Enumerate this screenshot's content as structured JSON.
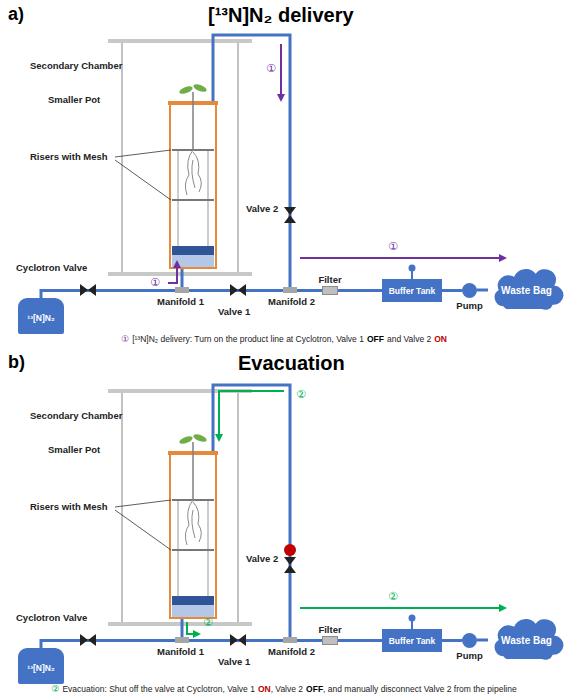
{
  "diagram": {
    "nodes": [
      {
        "text": [
          "¹³[N]N₂"
        ]
      },
      {
        "text": [
          "Filter"
        ]
      },
      {
        "text": [
          "Buffer Tank"
        ]
      },
      {
        "text": [
          "Pump"
        ]
      },
      {
        "text": [
          "Waste Bag"
        ]
      },
      {
        "text": [
          "¹³[N]N₂"
        ]
      },
      {
        "text": [
          "Filter"
        ]
      },
      {
        "text": [
          "Buffer Tank"
        ]
      },
      {
        "text": [
          "Pump"
        ]
      },
      {
        "text": [
          "Waste Bag"
        ]
      }
    ],
    "edges": [
      {
        "from": 0,
        "to": 1,
        "arrow": "none"
      },
      {
        "from": 1,
        "to": 2,
        "arrow": "none"
      },
      {
        "from": 2,
        "to": 3,
        "arrow": "none"
      },
      {
        "from": 3,
        "to": 4,
        "arrow": "none"
      },
      {
        "from": 5,
        "to": 6,
        "arrow": "none"
      },
      {
        "from": 6,
        "to": 7,
        "arrow": "none"
      },
      {
        "from": 7,
        "to": 8,
        "arrow": "none"
      },
      {
        "from": 8,
        "to": 9,
        "arrow": "none"
      }
    ],
    "labels": [
      "a)",
      "[¹³N]N₂ delivery",
      "Secondary Chamber",
      "Smaller Pot",
      "Risers with Mesh",
      "Cyclotron Valve",
      "Manifold 1",
      "Valve 1",
      "Manifold 2",
      "Valve 2",
      "①",
      "①",
      "①",
      "①",
      "[¹³N]N₂ delivery: Turn on the product line at Cyclotron, Valve 1",
      "OFF",
      "and Valve 2",
      "ON",
      "b)",
      "Evacuation",
      "Secondary Chamber",
      "Smaller Pot",
      "Risers with Mesh",
      "Cyclotron Valve",
      "Manifold 1",
      "Valve 1",
      "Manifold 2",
      "Valve 2",
      "②",
      "②",
      "②",
      "②",
      "Evacuation: Shut off the valve at Cyclotron, Valve 1",
      "ON",
      ", Valve 2",
      "OFF",
      ", and manually disconnect Valve 2 from the pipeline"
    ]
  }
}
